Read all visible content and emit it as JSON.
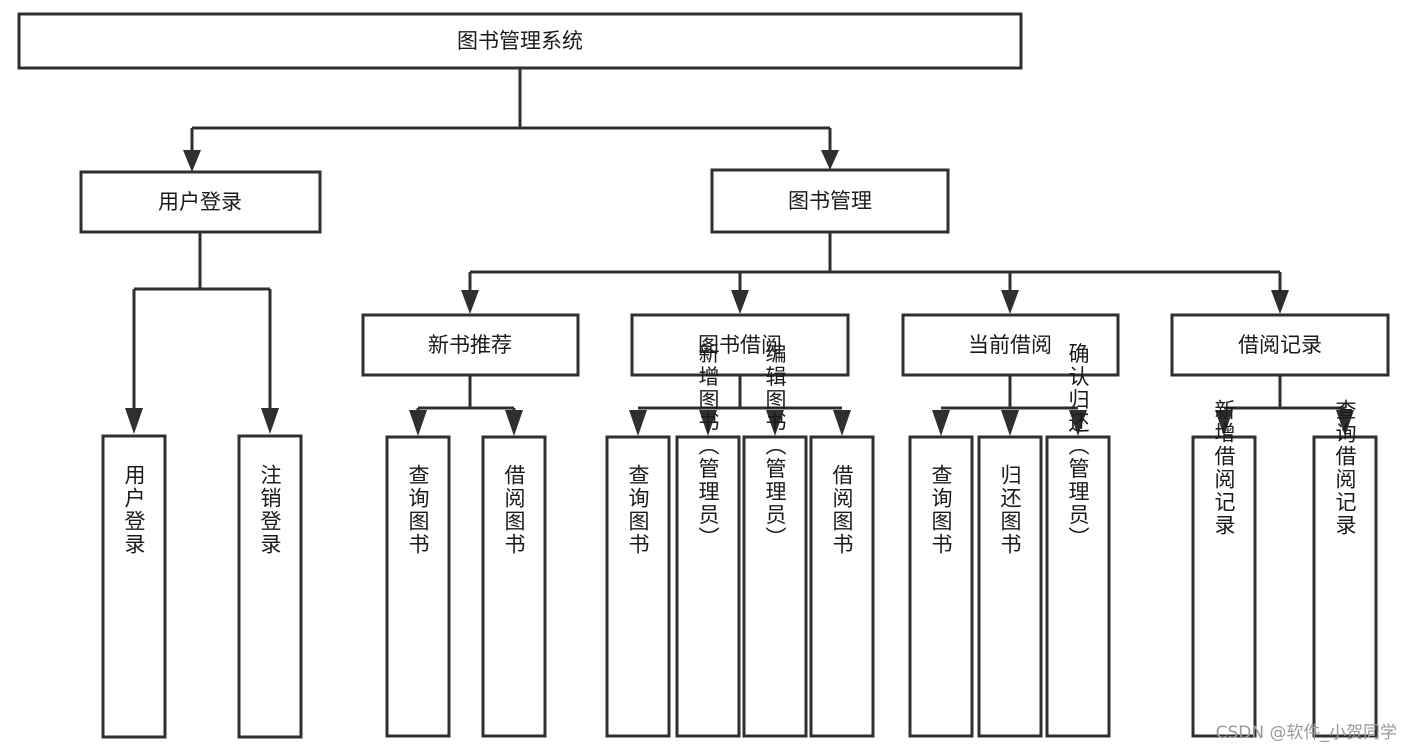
{
  "diagram": {
    "type": "tree-hierarchy",
    "title": "图书管理系统",
    "watermark": "CSDN @软件_小贺同学",
    "colors": {
      "stroke": "#2f2f2f",
      "box_fill": "#ffffff",
      "text": "#1b1b1b",
      "background": "#ffffff",
      "watermark": "#9a9a9a"
    },
    "levels": {
      "root": {
        "label": "图书管理系统"
      },
      "level2": [
        {
          "label": "用户登录"
        },
        {
          "label": "图书管理"
        }
      ],
      "level3": [
        {
          "label": "新书推荐"
        },
        {
          "label": "图书借阅"
        },
        {
          "label": "当前借阅"
        },
        {
          "label": "借阅记录"
        }
      ],
      "leaves_user_login": [
        {
          "label": "用户登录"
        },
        {
          "label": "注销登录"
        }
      ],
      "leaves_new_book": [
        {
          "label": "查询图书"
        },
        {
          "label": "借阅图书"
        }
      ],
      "leaves_borrow": [
        {
          "label": "查询图书"
        },
        {
          "label": "新增图书（管理员）"
        },
        {
          "label": "编辑图书（管理员）"
        },
        {
          "label": "借阅图书"
        }
      ],
      "leaves_current": [
        {
          "label": "查询图书"
        },
        {
          "label": "归还图书"
        },
        {
          "label": "确认归还（管理员）"
        }
      ],
      "leaves_records": [
        {
          "label": "新增借阅记录"
        },
        {
          "label": "查询借阅记录"
        }
      ]
    }
  }
}
